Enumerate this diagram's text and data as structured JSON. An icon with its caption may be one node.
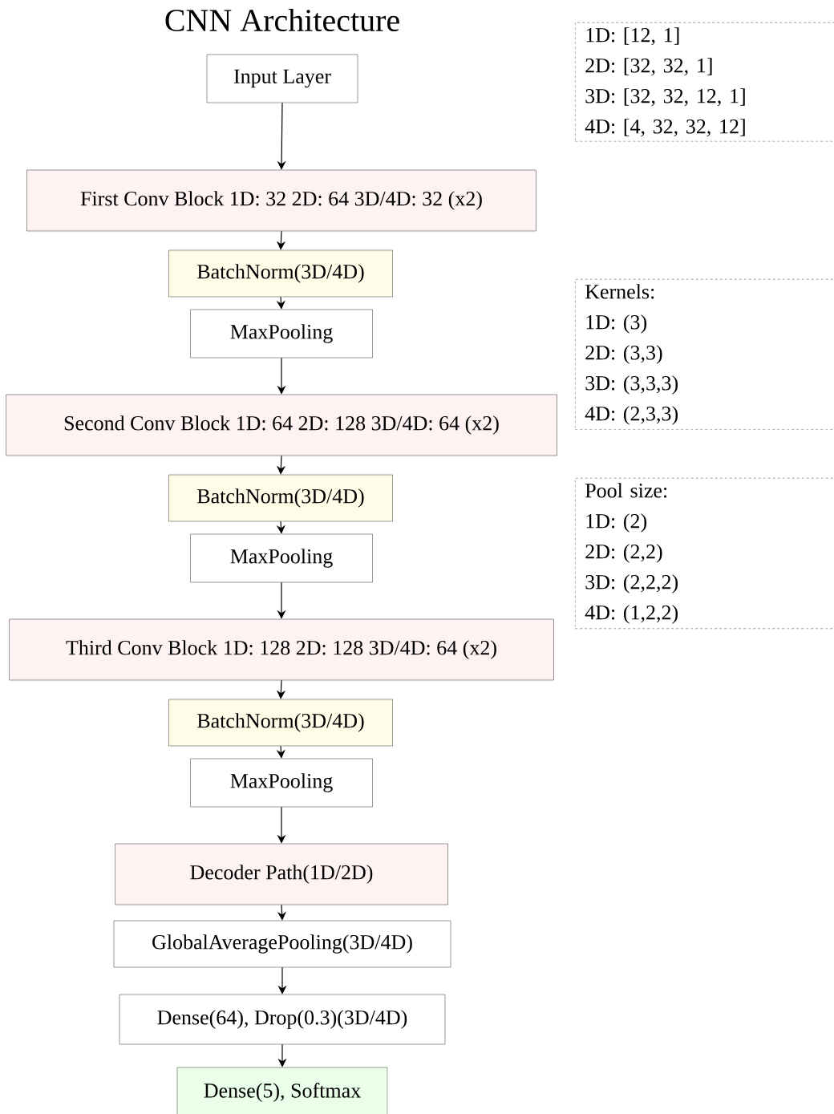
{
  "diagram": {
    "title": "CNN Architecture",
    "nodes": [
      {
        "text": [
          "Input Layer"
        ]
      },
      {
        "text": [
          "First Conv Block 1D: 32 2D: 64 3D/4D: 32 (x2)"
        ]
      },
      {
        "text": [
          "BatchNorm(3D/4D)"
        ]
      },
      {
        "text": [
          "MaxPooling"
        ]
      },
      {
        "text": [
          "Second Conv Block 1D: 64 2D: 128 3D/4D: 64 (x2)"
        ]
      },
      {
        "text": [
          "BatchNorm(3D/4D)"
        ]
      },
      {
        "text": [
          "MaxPooling"
        ]
      },
      {
        "text": [
          "Third Conv Block 1D: 128 2D: 128 3D/4D: 64 (x2)"
        ]
      },
      {
        "text": [
          "BatchNorm(3D/4D)"
        ]
      },
      {
        "text": [
          "MaxPooling"
        ]
      },
      {
        "text": [
          "Decoder Path(1D/2D)"
        ]
      },
      {
        "text": [
          "GlobalAveragePooling(3D/4D)"
        ]
      },
      {
        "text": [
          "Dense(64), Drop(0.3)(3D/4D)"
        ]
      },
      {
        "text": [
          "Dense(5), Softmax"
        ]
      },
      {
        "text": [
          "1D: [12, 1]",
          "2D: [32, 32, 1]",
          "3D: [32, 32, 12, 1]",
          "4D: [4, 32, 32, 12]"
        ]
      },
      {
        "text": [
          "Kernels:",
          "1D: (3)",
          "2D: (3,3)",
          "3D: (3,3,3)",
          "4D: (2,3,3)"
        ]
      },
      {
        "text": [
          "Pool size:",
          "1D: (2)",
          "2D: (2,2)",
          "3D: (2,2,2)",
          "4D: (1,2,2)"
        ]
      }
    ],
    "edges": [
      {
        "from": 0,
        "to": 1,
        "arrow": "to"
      },
      {
        "from": 1,
        "to": 2,
        "arrow": "to"
      },
      {
        "from": 2,
        "to": 3,
        "arrow": "to"
      },
      {
        "from": 3,
        "to": 4,
        "arrow": "to"
      },
      {
        "from": 4,
        "to": 5,
        "arrow": "to"
      },
      {
        "from": 5,
        "to": 6,
        "arrow": "to"
      },
      {
        "from": 6,
        "to": 7,
        "arrow": "to"
      },
      {
        "from": 7,
        "to": 8,
        "arrow": "to"
      },
      {
        "from": 8,
        "to": 9,
        "arrow": "to"
      },
      {
        "from": 9,
        "to": 10,
        "arrow": "to"
      },
      {
        "from": 10,
        "to": 11,
        "arrow": "to"
      },
      {
        "from": 11,
        "to": 12,
        "arrow": "to"
      },
      {
        "from": 12,
        "to": 13,
        "arrow": "to"
      }
    ]
  }
}
